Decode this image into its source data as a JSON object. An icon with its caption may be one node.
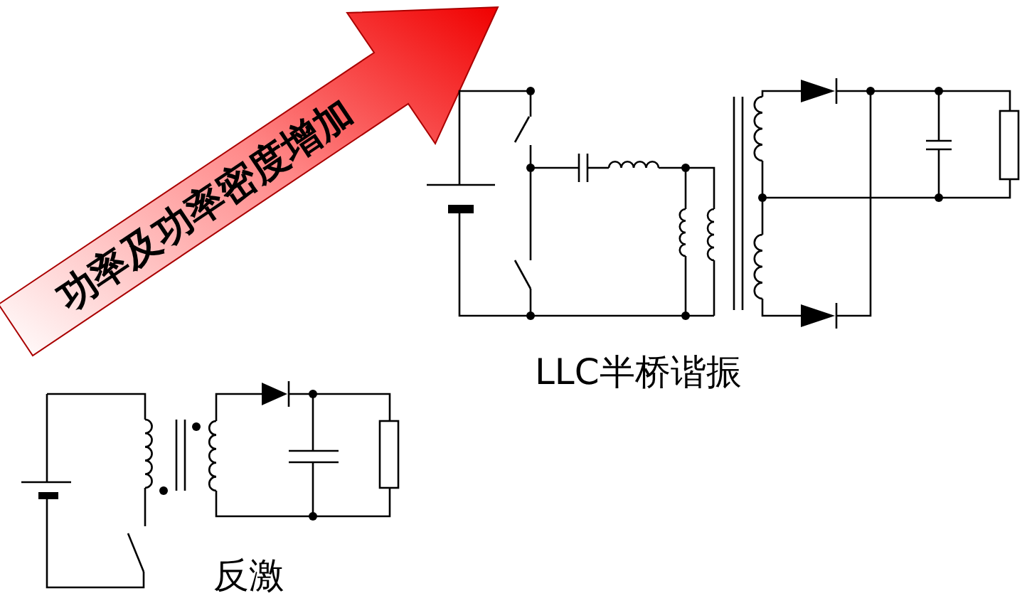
{
  "diagram": {
    "nodes": [
      {
        "text": [
          "反激"
        ]
      },
      {
        "text": [],
        "shape": "picture",
        "beside": [
          "LLC半桥谐振"
        ]
      }
    ],
    "labels": [
      "功率及功率密度增加"
    ]
  }
}
